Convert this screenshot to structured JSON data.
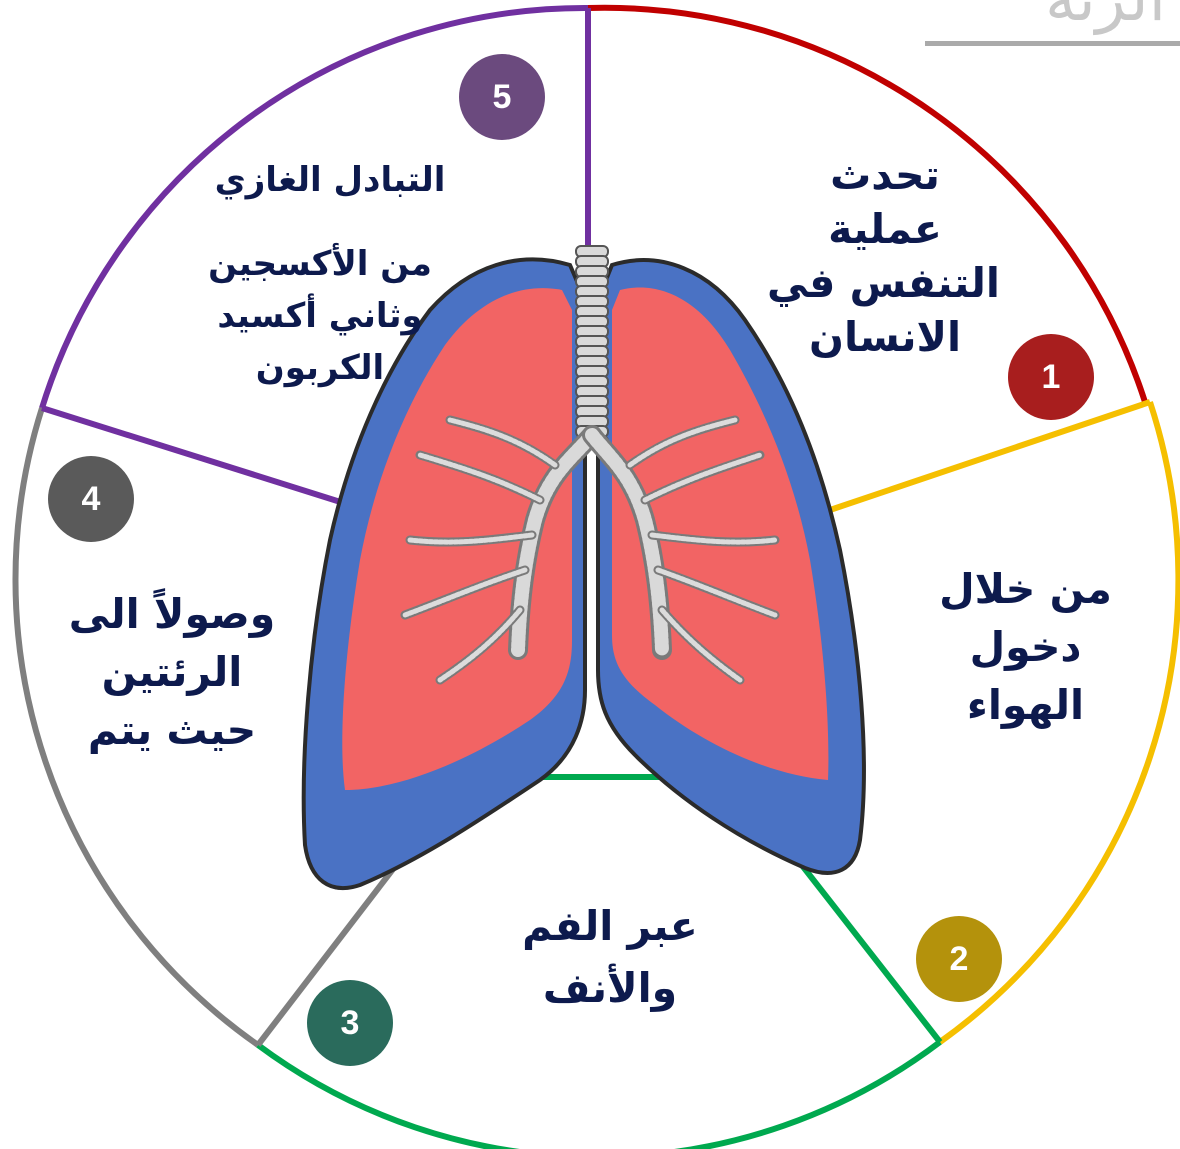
{
  "corner_title": "الرئة",
  "colors": {
    "segment_1": "#c00000",
    "segment_2": "#f5bf00",
    "segment_3": "#00a94f",
    "segment_4": "#7f7f7f",
    "segment_5": "#7030a0",
    "text": "#0d1a4d",
    "lung_fill": "#f26464",
    "lung_edge": "#4a72c4",
    "airway": "#cfcfcf"
  },
  "segments": [
    {
      "number": "1",
      "badge_color": "#a81e1e",
      "lines": [
        "تحدث",
        "عملية",
        "التنفس في",
        "الانسان"
      ]
    },
    {
      "number": "2",
      "badge_color": "#b4920c",
      "lines": [
        "من خلال",
        "دخول",
        "الهواء"
      ]
    },
    {
      "number": "3",
      "badge_color": "#2a6b5c",
      "lines": [
        "عبر الفم",
        "والأنف"
      ]
    },
    {
      "number": "4",
      "badge_color": "#5a5a5a",
      "lines": [
        "وصولاً الى",
        "الرئتين",
        "حيث يتم"
      ]
    },
    {
      "number": "5",
      "badge_color": "#6b4a7e",
      "heading": "التبادل الغازي",
      "lines": [
        "من الأكسجين",
        "وثاني أكسيد",
        "الكربون"
      ]
    }
  ]
}
